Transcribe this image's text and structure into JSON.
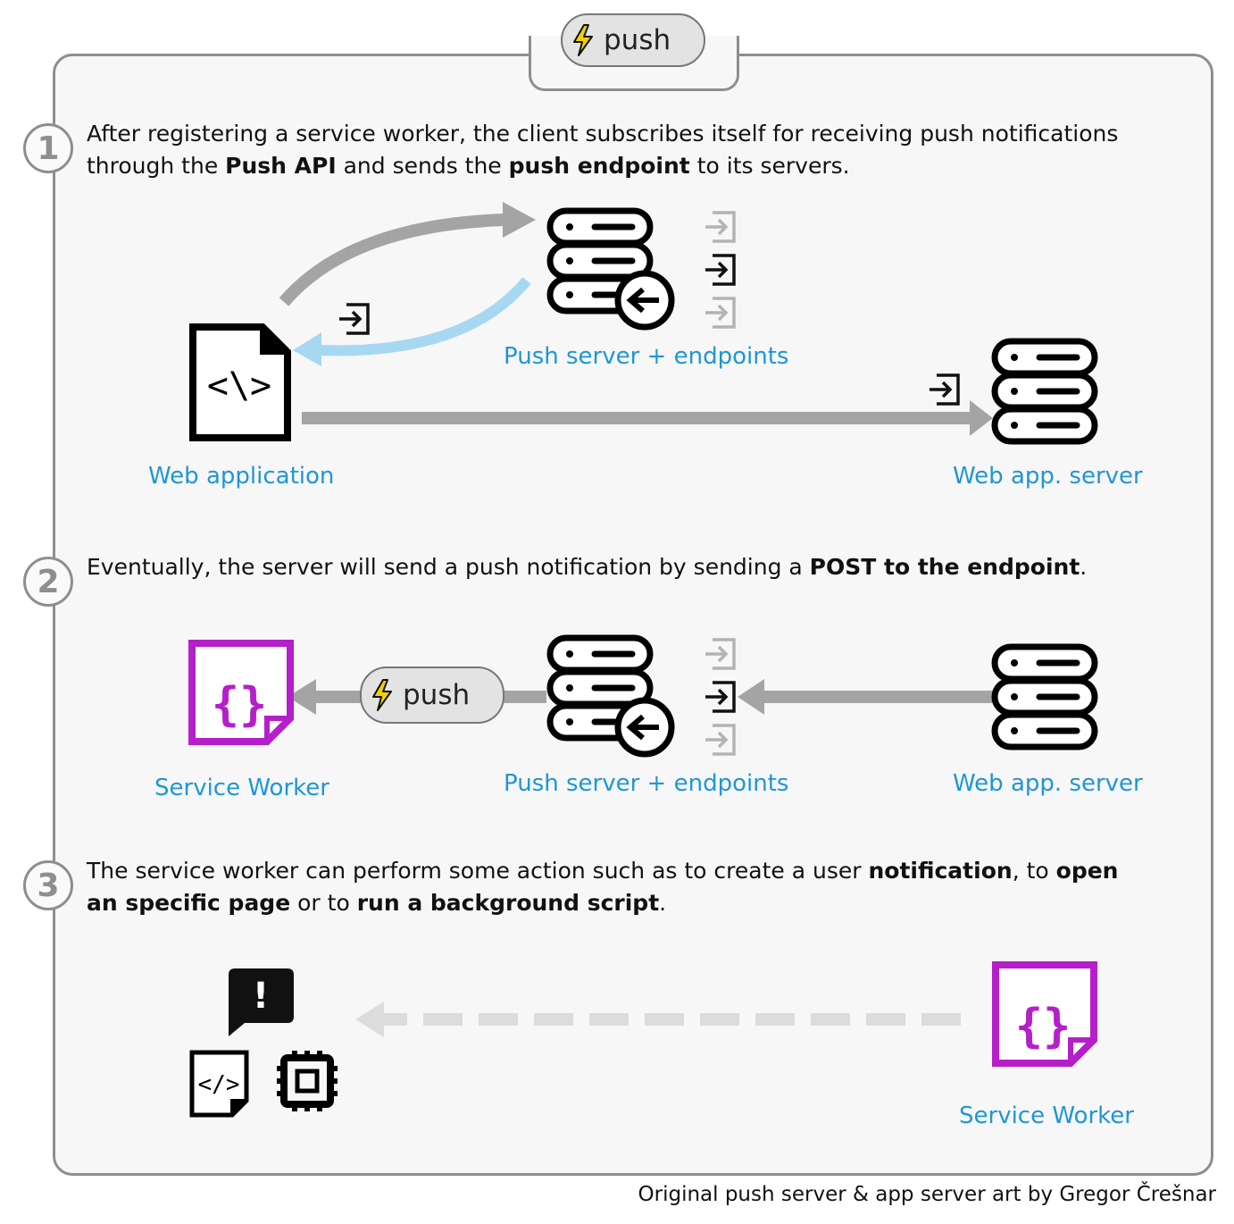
{
  "header": {
    "push_label": "push"
  },
  "steps": [
    {
      "number": "1",
      "text_parts": [
        {
          "t": "After registering a service worker, the client subscribes itself for receiving push notifications through the ",
          "b": false
        },
        {
          "t": "Push API",
          "b": true
        },
        {
          "t": " and sends the ",
          "b": false
        },
        {
          "t": "push endpoint",
          "b": true
        },
        {
          "t": " to its servers.",
          "b": false
        }
      ]
    },
    {
      "number": "2",
      "text_parts": [
        {
          "t": "Eventually, the server will send a push notification by sending a ",
          "b": false
        },
        {
          "t": "POST to the endpoint",
          "b": true
        },
        {
          "t": ".",
          "b": false
        }
      ]
    },
    {
      "number": "3",
      "text_parts": [
        {
          "t": "The service worker can perform some action such as to create a user ",
          "b": false
        },
        {
          "t": "notification",
          "b": true
        },
        {
          "t": ", to ",
          "b": false
        },
        {
          "t": "open an specific page",
          "b": true
        },
        {
          "t": " or to ",
          "b": false
        },
        {
          "t": "run a background script",
          "b": true
        },
        {
          "t": ".",
          "b": false
        }
      ]
    }
  ],
  "labels": {
    "push_server_1": "Push server + endpoints",
    "web_application": "Web application",
    "web_app_server_1": "Web app. server",
    "service_worker_2": "Service Worker",
    "push_server_2": "Push server + endpoints",
    "web_app_server_2": "Web app. server",
    "service_worker_3": "Service Worker"
  },
  "push_pill_label": "push",
  "code_glyph": "<\\>",
  "small_code_glyph": "</>",
  "braces_glyph": "{}",
  "alert_glyph": "!",
  "credit": "Original push server & app server art by Gregor Črešnar",
  "colors": {
    "label_blue": "#1f96d6",
    "service_worker_purple": "#b51fc9",
    "arrow_gray": "#a4a4a4",
    "arrow_light_blue": "#a6d8f2",
    "dashed_gray": "#dcdcdc",
    "bolt_yellow": "#f5d000"
  },
  "icons": [
    "lightning-icon",
    "web-app-document-icon",
    "server-icon",
    "endpoint-enter-icon",
    "service-worker-icon",
    "notification-icon",
    "code-file-icon",
    "cpu-chip-icon"
  ]
}
